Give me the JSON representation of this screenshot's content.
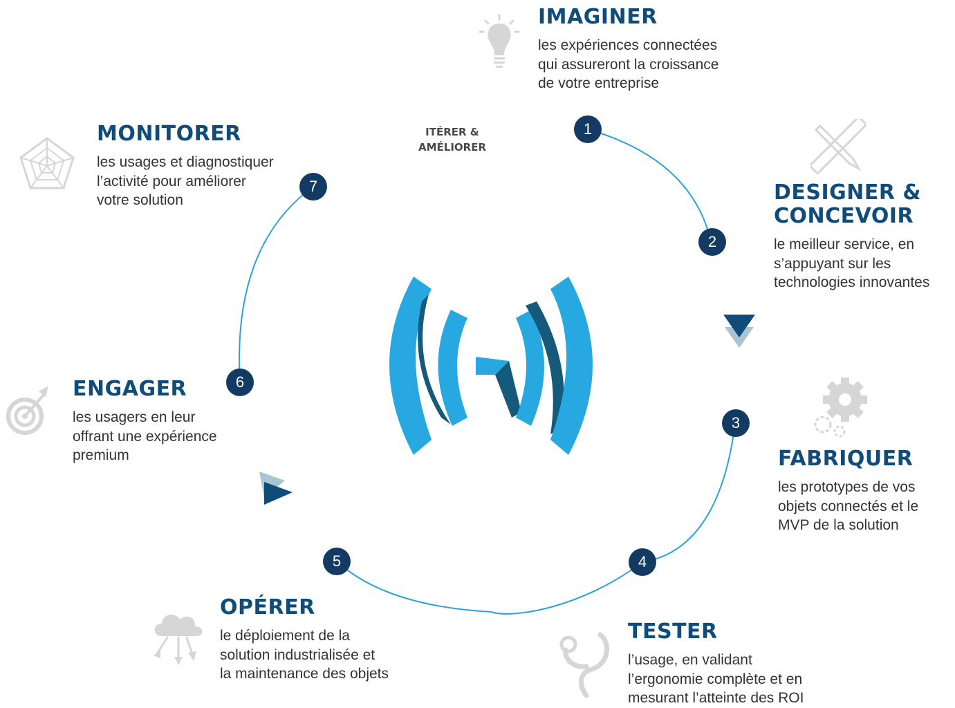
{
  "colors": {
    "accent": "#0f4c7a",
    "badge": "#123a63",
    "ring": "#29a3d6",
    "logo_light": "#27a8e0",
    "logo_dark": "#155a7a",
    "icon_gray": "#d6d6d6",
    "text": "#333333"
  },
  "cycle_label": "ITÉRER &\nAMÉLIORER",
  "steps": [
    {
      "number": "1",
      "title": "IMAGINER",
      "description": "les expériences connectées\nqui assureront la croissance\nde votre entreprise",
      "icon": "lightbulb-icon"
    },
    {
      "number": "2",
      "title": "DESIGNER &\nCONCEVOIR",
      "description": "le meilleur service, en\ns’appuyant sur les\ntechnologies innovantes",
      "icon": "pencil-ruler-icon"
    },
    {
      "number": "3",
      "title": "FABRIQUER",
      "description": "les prototypes de vos\nobjets connectés et le\nMVP de la solution",
      "icon": "gears-icon"
    },
    {
      "number": "4",
      "title": "TESTER",
      "description": "l’usage, en validant\nl’ergonomie complète et en\nmesurant l’atteinte des ROI",
      "icon": "stethoscope-icon"
    },
    {
      "number": "5",
      "title": "OPÉRER",
      "description": "le déploiement de la\nsolution industrialisée et\nla maintenance des objets",
      "icon": "cloud-icon"
    },
    {
      "number": "6",
      "title": "ENGAGER",
      "description": "les usagers en leur\noffrant une expérience\npremium",
      "icon": "target-icon"
    },
    {
      "number": "7",
      "title": "MONITORER",
      "description": "les usages et diagnostiquer\nl’activité pour améliorer\nvotre solution",
      "icon": "radar-chart-icon"
    }
  ]
}
